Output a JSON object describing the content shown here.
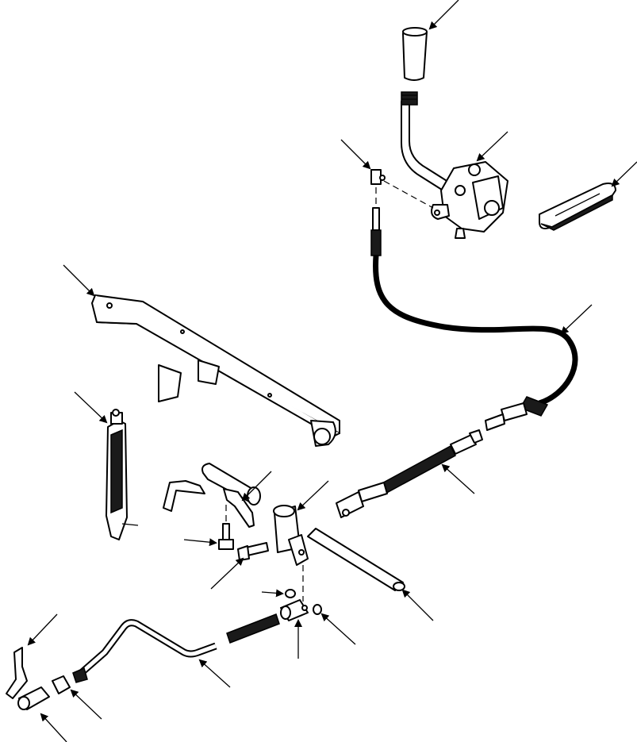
{
  "figure": {
    "colors": {
      "line": "#000000",
      "background": "#ffffff"
    },
    "callouts": [
      {
        "id": "lever-knob"
      },
      {
        "id": "lever-valve"
      },
      {
        "id": "cable-clevis-pin"
      },
      {
        "id": "console-plate"
      },
      {
        "id": "mounting-bracket"
      },
      {
        "id": "push-pull-cable"
      },
      {
        "id": "strut-link"
      },
      {
        "id": "cable-end-fitting"
      },
      {
        "id": "bellcrank-arm"
      },
      {
        "id": "pivot-lever"
      },
      {
        "id": "bolt-vertical"
      },
      {
        "id": "bolt-horizontal"
      },
      {
        "id": "cross-shaft"
      },
      {
        "id": "nut-upper"
      },
      {
        "id": "rod-clevis"
      },
      {
        "id": "nut-right"
      },
      {
        "id": "shift-rod"
      },
      {
        "id": "end-bracket"
      },
      {
        "id": "jam-nut"
      },
      {
        "id": "lower-clevis"
      }
    ]
  }
}
